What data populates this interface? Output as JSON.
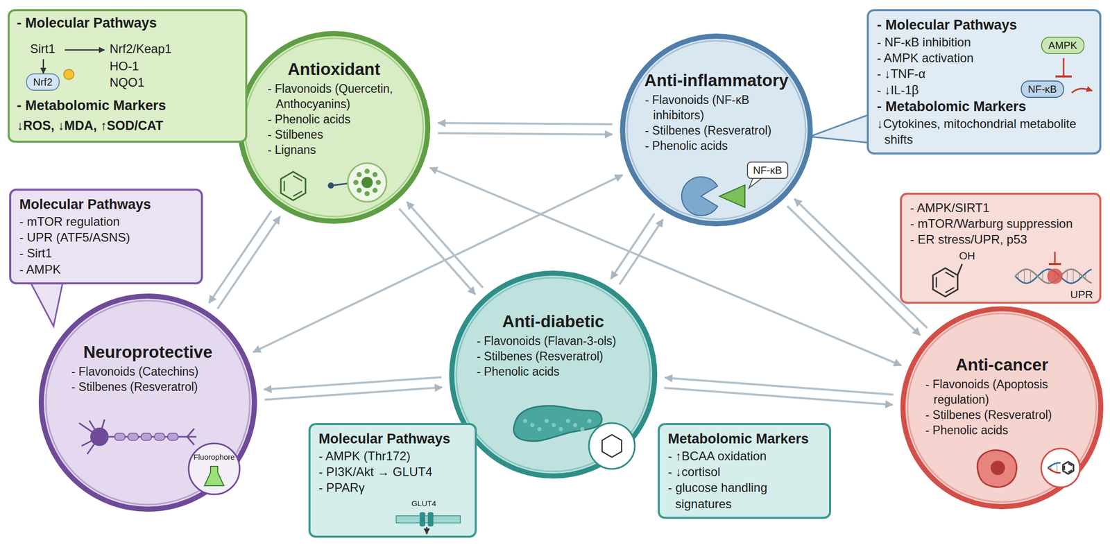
{
  "diagram": {
    "nodes": [
      {
        "text": [
          "- Molecular Pathways",
          "Sirt1",
          "Nrf2/Keap1",
          "HO-1",
          "NQO1",
          "Nrf2",
          "- Metabolomic Markers",
          "↓ROS, ↓MDA, ↑SOD/CAT"
        ]
      },
      {
        "text": [
          "Antioxidant",
          "- Flavonoids (Quercetin, Anthocyanins)",
          "- Phenolic acids",
          "- Stilbenes",
          "- Lignans"
        ]
      },
      {
        "text": [
          "Anti-inflammatory",
          "- Flavonoids (NF-κB inhibitors)",
          "- Stilbenes (Resveratrol)",
          "- Phenolic acids",
          "NF-κB"
        ]
      },
      {
        "text": [
          "- Molecular Pathways",
          "- NF-κB inhibition",
          "- AMPK activation",
          "- ↓TNF-α",
          "- ↓IL-1β",
          "AMPK",
          "NF-κB",
          "- Metabolomic Markers",
          "↓Cytokines, mitochondrial metabolite shifts"
        ]
      },
      {
        "text": [
          "Molecular Pathways",
          "- mTOR regulation",
          "- UPR (ATF5/ASNS)",
          "- Sirt1",
          "- AMPK"
        ]
      },
      {
        "text": [
          "- AMPK/SIRT1",
          "- mTOR/Warburg suppression",
          "- ER stress/UPR, p53",
          "OH",
          "UPR"
        ]
      },
      {
        "text": [
          "Neuroprotective",
          "- Flavonoids (Catechins)",
          "- Stilbenes (Resveratrol)",
          "Fluorophore"
        ]
      },
      {
        "text": [
          "Anti-diabetic",
          "- Flavonoids (Flavan-3-ols)",
          "- Stilbenes (Resveratrol)",
          "- Phenolic acids"
        ]
      },
      {
        "text": [
          "Anti-cancer",
          "- Flavonoids (Apoptosis regulation)",
          "- Stilbenes (Resveratrol)",
          "- Phenolic acids"
        ]
      },
      {
        "text": [
          "Molecular Pathways",
          "- AMPK (Thr172)",
          "- PI3K/Akt → GLUT4",
          "- PPARγ",
          "GLUT4"
        ]
      },
      {
        "text": [
          "Metabolomic Markers",
          "- ↑BCAA oxidation",
          "- ↓cortisol",
          "- glucose handling signatures"
        ]
      }
    ],
    "edges": [
      {
        "from": 1,
        "to": 2,
        "arrow": "to"
      },
      {
        "from": 2,
        "to": 1,
        "arrow": "to"
      },
      {
        "from": 1,
        "to": 6,
        "arrow": "to"
      },
      {
        "from": 6,
        "to": 1,
        "arrow": "to"
      },
      {
        "from": 1,
        "to": 7,
        "arrow": "to"
      },
      {
        "from": 7,
        "to": 1,
        "arrow": "to"
      },
      {
        "from": 1,
        "to": 8,
        "arrow": "both"
      },
      {
        "from": 2,
        "to": 6,
        "arrow": "both"
      },
      {
        "from": 2,
        "to": 7,
        "arrow": "to"
      },
      {
        "from": 7,
        "to": 2,
        "arrow": "to"
      },
      {
        "from": 2,
        "to": 8,
        "arrow": "to"
      },
      {
        "from": 8,
        "to": 2,
        "arrow": "to"
      },
      {
        "from": 6,
        "to": 7,
        "arrow": "to"
      },
      {
        "from": 7,
        "to": 6,
        "arrow": "to"
      },
      {
        "from": 7,
        "to": 8,
        "arrow": "to"
      },
      {
        "from": 8,
        "to": 7,
        "arrow": "to"
      }
    ]
  }
}
